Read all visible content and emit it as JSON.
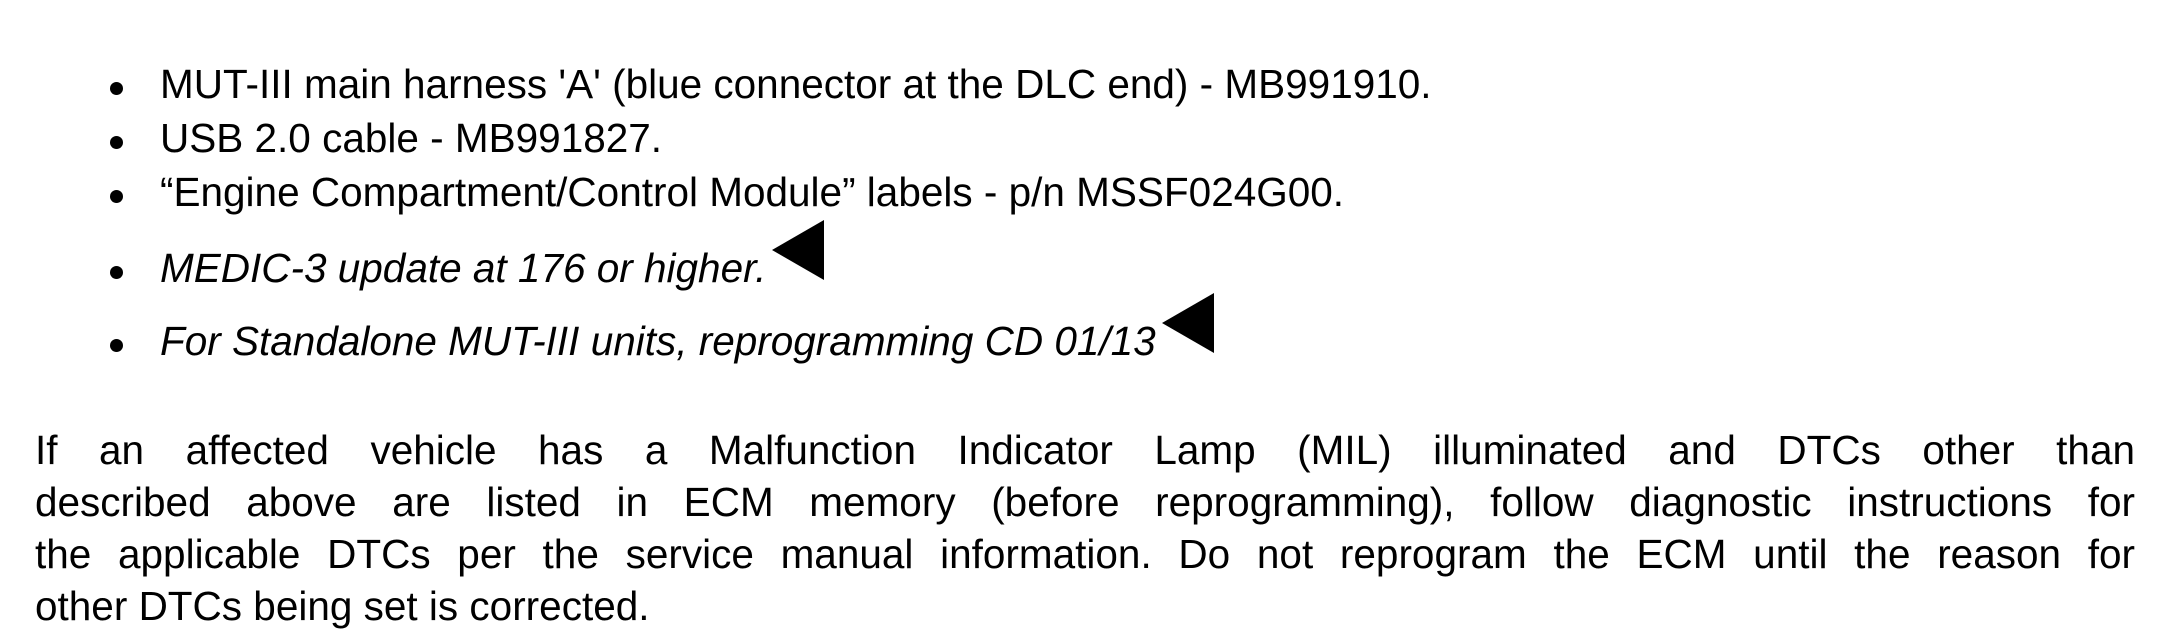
{
  "bullets": [
    {
      "text": "MUT-III main harness 'A' (blue connector at the DLC end) - MB991910.",
      "italic": false,
      "change_marker": false
    },
    {
      "text": "USB 2.0 cable - MB991827.",
      "italic": false,
      "change_marker": false
    },
    {
      "text": "“Engine Compartment/Control Module” labels - p/n MSSF024G00.",
      "italic": false,
      "change_marker": false
    },
    {
      "text": "MEDIC-3 update at 176 or higher.",
      "italic": true,
      "change_marker": true
    },
    {
      "text": "For Standalone MUT-III units, reprogramming CD 01/13",
      "italic": true,
      "change_marker": true
    }
  ],
  "paragraph": {
    "lines": [
      "If an affected vehicle has a Malfunction Indicator Lamp (MIL) illuminated and DTCs other than",
      "described above are listed in ECM memory (before reprogramming), follow diagnostic instructions for",
      "the applicable DTCs per the service manual information. Do not reprogram the ECM until the reason for",
      "other DTCs being set is corrected."
    ]
  },
  "icons": {
    "bullet": "bullet-dot-icon",
    "change_marker": "change-marker-triangle-icon"
  }
}
